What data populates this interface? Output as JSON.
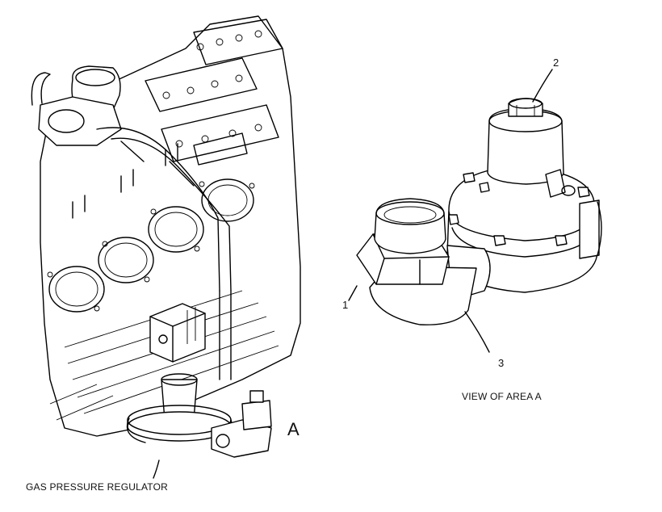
{
  "labels": {
    "callout_1": "1",
    "callout_2": "2",
    "callout_3": "3",
    "area_letter": "A",
    "view_caption": "VIEW OF AREA  A",
    "regulator_caption": "GAS PRESSURE REGULATOR"
  }
}
